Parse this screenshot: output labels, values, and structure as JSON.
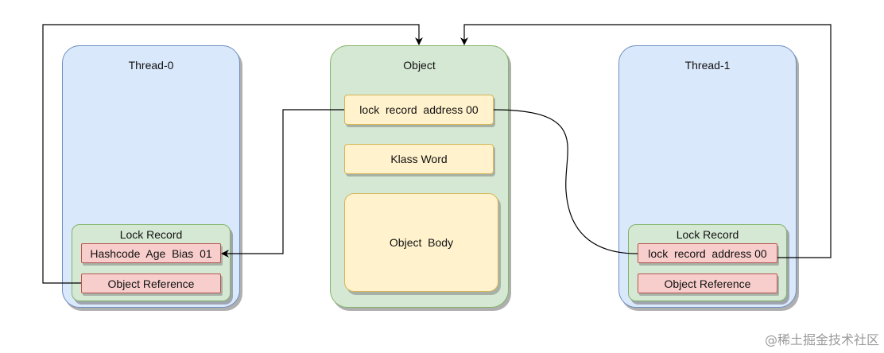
{
  "thread0": {
    "title": "Thread-0",
    "lock_record": {
      "title": "Lock Record",
      "field1": "Hashcode  Age  Bias  01",
      "field2": "Object Reference"
    }
  },
  "object": {
    "title": "Object",
    "mark_word": "lock  record  address 00",
    "klass_word": "Klass Word",
    "body": "Object  Body"
  },
  "thread1": {
    "title": "Thread-1",
    "lock_record": {
      "title": "Lock Record",
      "field1": "lock  record  address 00",
      "field2": "Object Reference"
    }
  },
  "watermark": "@稀土掘金技术社区",
  "colors": {
    "thread_fill": "#dae8fc",
    "thread_stroke": "#6c8ebf",
    "object_fill": "#d5e8d4",
    "object_stroke": "#82b366",
    "field_fill": "#fff2cc",
    "field_stroke": "#d6b656",
    "record_fill": "#f8cecc",
    "record_stroke": "#b85450"
  }
}
